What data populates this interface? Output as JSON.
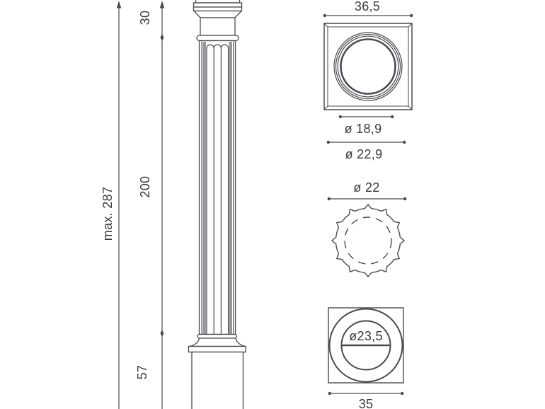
{
  "drawing": {
    "elevation": {
      "dim_total": "max. 287",
      "dim_capital": "30",
      "dim_shaft": "200",
      "dim_base": "57"
    },
    "capital_top_view": {
      "dim_width": "36,5",
      "dim_inner_diameter": "ø 18,9",
      "dim_outer_diameter": "ø 22,9"
    },
    "cross_section_view": {
      "dim_diameter": "ø 22"
    },
    "base_top_view": {
      "dim_diameter": "ø23,5",
      "dim_width": "35"
    },
    "colors": {
      "line": "#4a4a50",
      "text": "#3a3a40",
      "flute_shade": "#96969c"
    }
  }
}
